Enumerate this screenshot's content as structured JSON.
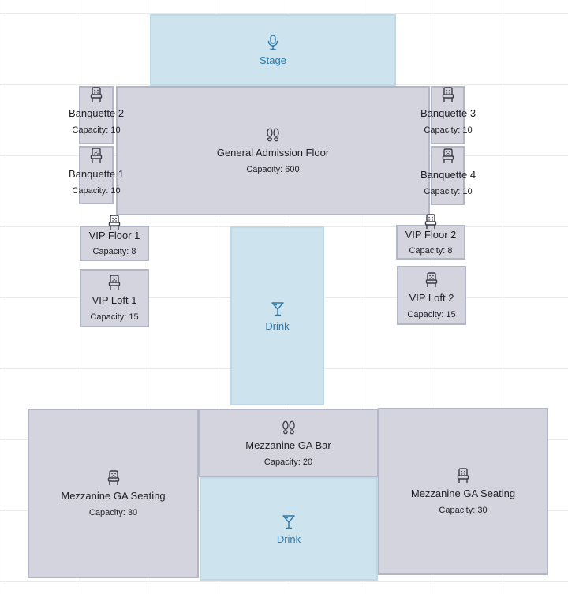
{
  "zones": {
    "stage": {
      "label": "Stage",
      "icon": "microphone-icon"
    },
    "ga_floor": {
      "label": "General Admission Floor",
      "capacity": "Capacity: 600",
      "icon": "footprints-icon"
    },
    "banquette_2": {
      "label": "Banquette 2",
      "capacity": "Capacity: 10",
      "icon": "chair-icon"
    },
    "banquette_1": {
      "label": "Banquette 1",
      "capacity": "Capacity: 10",
      "icon": "chair-icon"
    },
    "banquette_3": {
      "label": "Banquette 3",
      "capacity": "Capacity: 10",
      "icon": "chair-icon"
    },
    "banquette_4": {
      "label": "Banquette 4",
      "capacity": "Capacity: 10",
      "icon": "chair-icon"
    },
    "vip_floor_1": {
      "label": "VIP Floor 1",
      "capacity": "Capacity: 8",
      "icon": "chair-icon"
    },
    "vip_loft_1": {
      "label": "VIP Loft 1",
      "capacity": "Capacity: 15",
      "icon": "chair-icon"
    },
    "vip_floor_2": {
      "label": "VIP Floor 2",
      "capacity": "Capacity: 8",
      "icon": "chair-icon"
    },
    "vip_loft_2": {
      "label": "VIP Loft 2",
      "capacity": "Capacity: 15",
      "icon": "chair-icon"
    },
    "drink_main": {
      "label": "Drink",
      "icon": "cocktail-icon"
    },
    "mezz_seating_left": {
      "label": "Mezzanine GA Seating",
      "capacity": "Capacity: 30",
      "icon": "chair-icon"
    },
    "mezz_bar": {
      "label": "Mezzanine GA Bar",
      "capacity": "Capacity: 20",
      "icon": "footprints-icon"
    },
    "mezz_drink": {
      "label": "Drink",
      "icon": "cocktail-icon"
    },
    "mezz_seating_right": {
      "label": "Mezzanine GA Seating",
      "capacity": "Capacity: 30",
      "icon": "chair-icon"
    }
  },
  "colors": {
    "zone_fill": "#d3d4dd",
    "zone_border": "#b3b6c4",
    "service_fill": "#cde4ef",
    "service_text": "#2f7aaa",
    "grid": "#e9e9ee"
  }
}
